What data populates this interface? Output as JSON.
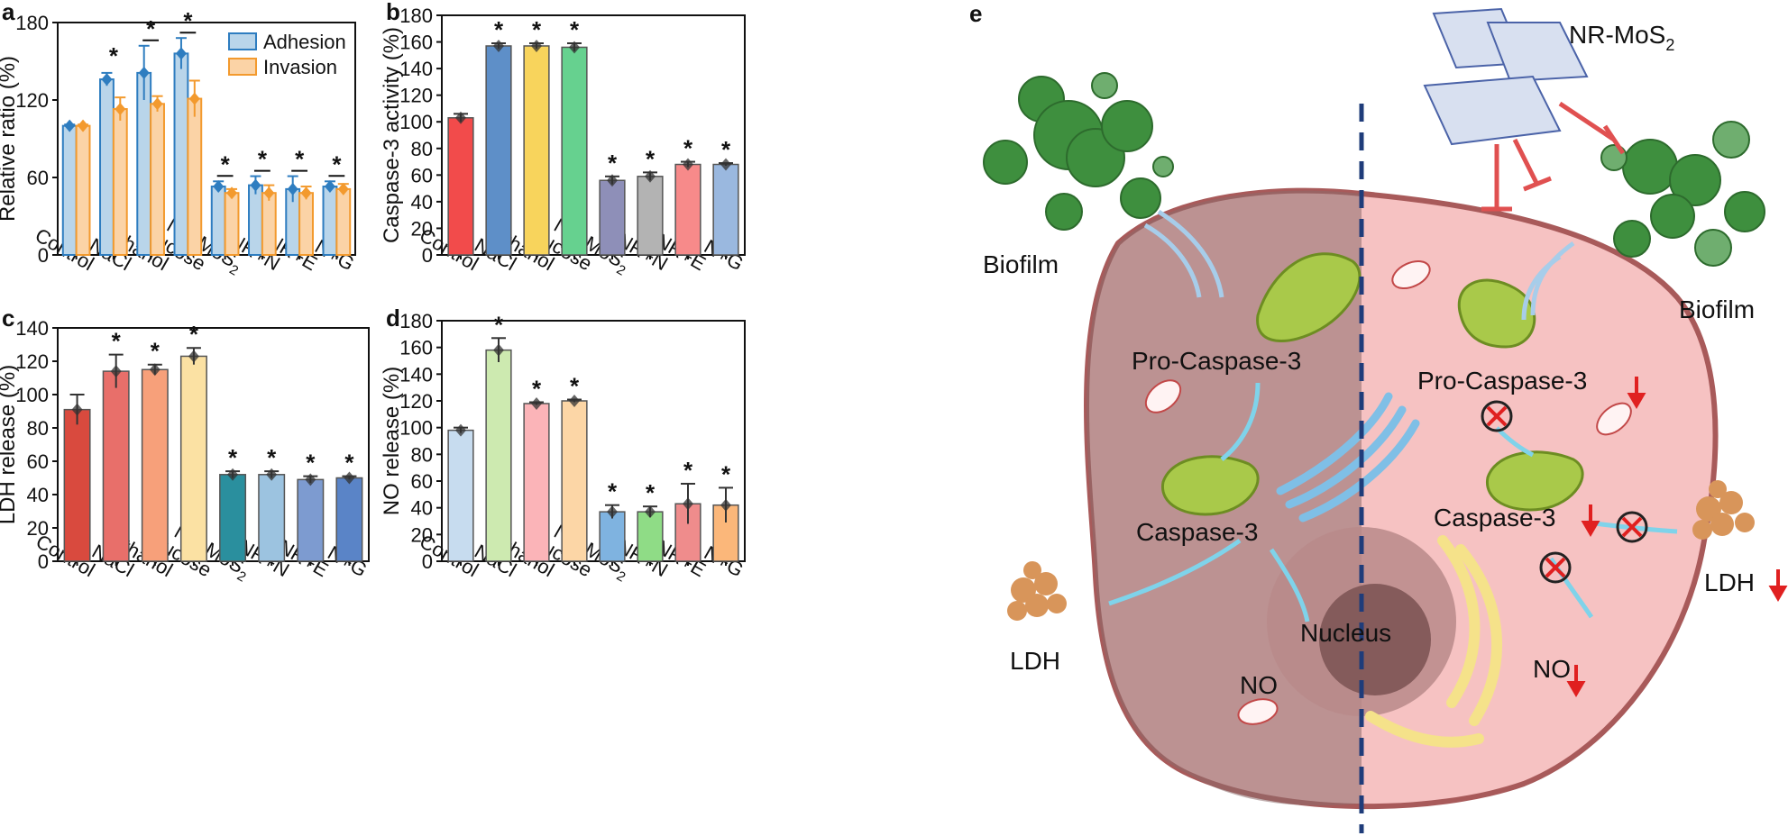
{
  "panel_labels": [
    "a",
    "b",
    "c",
    "d",
    "e"
  ],
  "chart_data": [
    {
      "panel": "a",
      "type": "bar",
      "ylabel": "Relative ratio (%)",
      "ylim": [
        0,
        180
      ],
      "yticks": [
        0,
        60,
        120,
        180
      ],
      "categories": [
        "Control",
        "NaCl",
        "Ethanol",
        "Glucose",
        "NR-MoS2",
        "NR+N",
        "NR+E",
        "N+G"
      ],
      "legend": "top-right",
      "series": [
        {
          "name": "Adhesion",
          "color": "#b9d5ea",
          "edge": "#2e7dc0",
          "values": [
            100,
            136,
            141,
            156,
            53,
            54,
            51,
            53
          ],
          "errors": [
            1,
            5,
            21,
            12,
            4,
            7,
            10,
            4
          ]
        },
        {
          "name": "Invasion",
          "color": "#fbd3a6",
          "edge": "#f39a2e",
          "values": [
            100,
            113,
            117,
            121,
            48,
            48,
            48,
            51
          ],
          "errors": [
            1,
            9,
            6,
            14,
            3,
            6,
            5,
            4
          ]
        }
      ],
      "significance": [
        "",
        "*",
        "*",
        "*",
        "*",
        "*",
        "*",
        "*"
      ]
    },
    {
      "panel": "b",
      "type": "bar",
      "ylabel": "Caspase-3 activity (%)",
      "ylim": [
        0,
        180
      ],
      "yticks": [
        0,
        20,
        40,
        60,
        80,
        100,
        120,
        140,
        160,
        180
      ],
      "categories": [
        "Control",
        "NaCl",
        "Ethanol",
        "Glucose",
        "NR-MoS2",
        "NR+N",
        "NR+E",
        "N+G"
      ],
      "values": [
        103,
        157,
        157,
        156,
        56,
        59,
        68,
        68
      ],
      "errors": [
        3,
        2,
        2,
        3,
        3,
        3,
        2,
        1
      ],
      "colors": [
        "#f24b4b",
        "#5e8fc8",
        "#f8d45c",
        "#66d18f",
        "#8e8fb8",
        "#b3b3b3",
        "#f78a8a",
        "#9ab8df"
      ],
      "significance": [
        "",
        "*",
        "*",
        "*",
        "*",
        "*",
        "*",
        "*"
      ]
    },
    {
      "panel": "c",
      "type": "bar",
      "ylabel": "LDH release (%)",
      "ylim": [
        0,
        140
      ],
      "yticks": [
        0,
        20,
        40,
        60,
        80,
        100,
        120,
        140
      ],
      "categories": [
        "Control",
        "NaCl",
        "Ethanol",
        "Glucose",
        "NR-MoS2",
        "NR+N",
        "NR+E",
        "N+G"
      ],
      "values": [
        91,
        114,
        115,
        123,
        52,
        52,
        49,
        50
      ],
      "errors": [
        9,
        10,
        3,
        5,
        2,
        2,
        2,
        1
      ],
      "colors": [
        "#d94a3e",
        "#e86f6a",
        "#f7a07a",
        "#fbe1a3",
        "#2a8f9e",
        "#9cc3e0",
        "#7d9bd0",
        "#5a84c7"
      ],
      "significance": [
        "",
        "*",
        "*",
        "*",
        "*",
        "*",
        "*",
        "*"
      ]
    },
    {
      "panel": "d",
      "type": "bar",
      "ylabel": "NO release (%)",
      "ylim": [
        0,
        180
      ],
      "yticks": [
        0,
        20,
        40,
        60,
        80,
        100,
        120,
        140,
        160,
        180
      ],
      "categories": [
        "Control",
        "NaCl",
        "Ethanol",
        "Glucose",
        "NR-MoS2",
        "NR+N",
        "NR+E",
        "N+G"
      ],
      "values": [
        98,
        158,
        118,
        120,
        37,
        37,
        43,
        42
      ],
      "errors": [
        2,
        9,
        1,
        1,
        5,
        4,
        15,
        13
      ],
      "colors": [
        "#c7dcef",
        "#cdeab0",
        "#fbb4b8",
        "#fcd6a6",
        "#7fb3e0",
        "#8fdc86",
        "#ef8c8c",
        "#fbb77a"
      ],
      "significance": [
        "",
        "*",
        "*",
        "*",
        "*",
        "*",
        "*",
        "*"
      ]
    }
  ],
  "diagram": {
    "nr_mos2": "NR-MoS",
    "nr_mos2_sub": "2",
    "biofilm_left": "Biofilm",
    "biofilm_right": "Biofilm",
    "pro_caspase_left": "Pro-Caspase-3",
    "caspase_left": "Caspase-3",
    "ldh_left": "LDH",
    "no_left": "NO",
    "nucleus": "Nucleus",
    "pro_caspase_right": "Pro-Caspase-3",
    "caspase_right": "Caspase-3",
    "ldh_right": "LDH",
    "no_right": "NO"
  }
}
